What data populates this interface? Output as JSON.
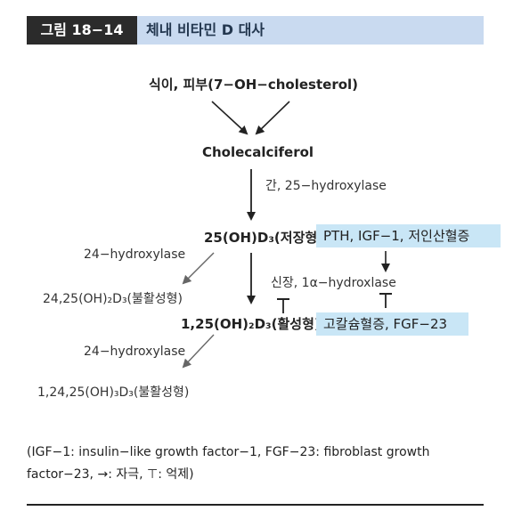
{
  "figure": {
    "label": "그림 18−14",
    "title": "체내 비타민 D 대사"
  },
  "nodes": {
    "source": "식이, 피부(7−OH−cholesterol)",
    "cholecalciferol": "Cholecalciferol",
    "liver_enzyme": "간, 25−hydroxylase",
    "storage": "25(OH)D₃(저장형)",
    "hydroxylase_24a": "24−hydroxylase",
    "inactive_1": "24,25(OH)₂D₃(불활성형)",
    "kidney_enzyme": "신장, 1α−hydroxlase",
    "active": "1,25(OH)₂D₃(활성형)",
    "hydroxylase_24b": "24−hydroxylase",
    "inactive_2": "1,24,25(OH)₃D₃(불활성형)"
  },
  "boxes": {
    "stimulators": "PTH, IGF−1, 저인산혈증",
    "inhibitors": "고칼슘혈증, FGF−23"
  },
  "note": {
    "line1": "(IGF−1: insulin−like growth factor−1, FGF−23: fibroblast growth",
    "line2": "factor−23, →: 자극, ⊤: 억제)"
  },
  "colors": {
    "header_band": "#c9daf0",
    "label_bg": "#2b2b2b",
    "box_bg": "#c9e6f6",
    "arrow": "#222222"
  }
}
